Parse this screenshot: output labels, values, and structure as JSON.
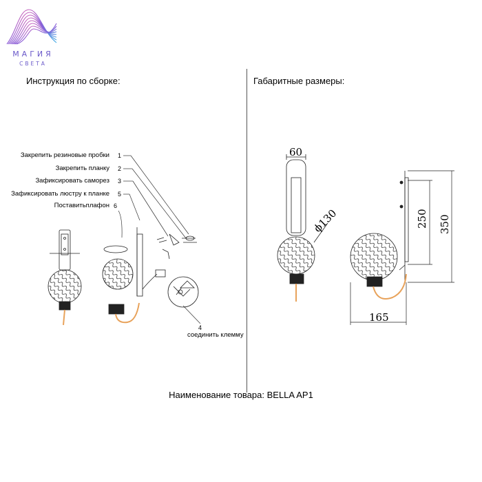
{
  "logo": {
    "word1": "МАГИЯ",
    "word2": "СВЕТА"
  },
  "left_heading": "Инструкция по сборке:",
  "right_heading": "Габаритные размеры:",
  "steps": [
    {
      "label": "Закрепить резиновые пробки",
      "num": "1"
    },
    {
      "label": "Закрепить планку",
      "num": "2"
    },
    {
      "label": "Зафиксировать саморез",
      "num": "3"
    },
    {
      "label": "Зафиксировать люстру к планке",
      "num": "5"
    },
    {
      "label": "Поставитьплафон",
      "num": "6"
    }
  ],
  "step4": {
    "num": "4",
    "label": "соединить клемму"
  },
  "dimensions": {
    "width_top": "60",
    "diameter": "ϕ130",
    "height_inner": "250",
    "height_total": "350",
    "depth": "165"
  },
  "product": "Наименование товара: BELLA AP1",
  "colors": {
    "logo_gradient": [
      "#e05aa0",
      "#8a5bd6",
      "#3fb3e6"
    ],
    "cable": "#e8a25a",
    "logo_text": "#6a59c9"
  }
}
